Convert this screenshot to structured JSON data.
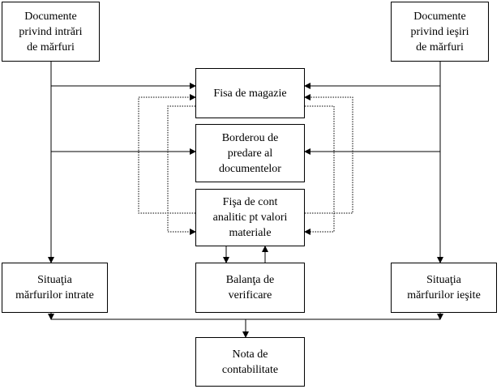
{
  "diagram": {
    "nodes": {
      "doc_intrari": "Documente\nprivind intrări\nde mărfuri",
      "doc_iesiri": "Documente\nprivind ieşiri\nde mărfuri",
      "fisa_magazie": "Fisa de magazie",
      "borderou": "Borderou de\npredare al\ndocumentelor",
      "fisa_cont": "Fişa de cont\nanalitic pt valori\nmateriale",
      "situatia_intrate": "Situaţia\nmărfurilor intrate",
      "balanta": "Balanţa de\nverificare",
      "situatia_iesite": "Situaţia\nmărfurilor ieşite",
      "nota": "Nota de\ncontabilitate"
    },
    "edges": [
      {
        "from": "doc_intrari",
        "to": "fisa_magazie",
        "style": "solid"
      },
      {
        "from": "doc_intrari",
        "to": "borderou",
        "style": "solid"
      },
      {
        "from": "doc_intrari",
        "to": "situatia_intrate",
        "style": "solid"
      },
      {
        "from": "doc_iesiri",
        "to": "fisa_magazie",
        "style": "solid"
      },
      {
        "from": "doc_iesiri",
        "to": "borderou",
        "style": "solid"
      },
      {
        "from": "doc_iesiri",
        "to": "situatia_iesite",
        "style": "solid"
      },
      {
        "from": "fisa_cont",
        "to": "fisa_magazie",
        "style": "dotted"
      },
      {
        "from": "fisa_magazie",
        "to": "fisa_cont",
        "style": "dotted"
      },
      {
        "from": "fisa_cont",
        "to": "balanta",
        "style": "solid"
      },
      {
        "from": "balanta",
        "to": "fisa_cont",
        "style": "solid"
      },
      {
        "from": "situatia_intrate",
        "to": "nota",
        "style": "solid"
      },
      {
        "from": "situatia_iesite",
        "to": "nota",
        "style": "solid"
      }
    ],
    "colors": {
      "line": "#000000",
      "box_border": "#000000",
      "background": "#ffffff"
    }
  }
}
